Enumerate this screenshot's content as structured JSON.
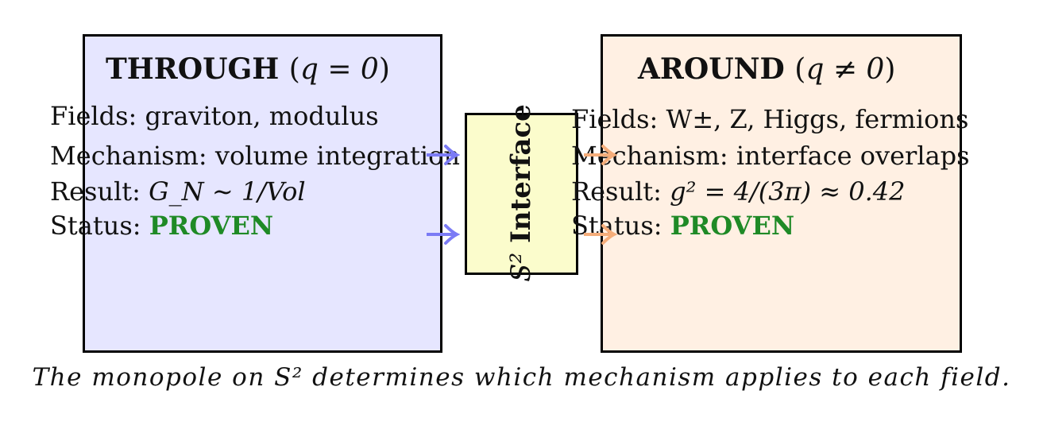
{
  "left": {
    "title": "THROUGH",
    "title_condition": "q = 0",
    "fields": "Fields: graviton, modulus",
    "mechanism": "Mechanism: volume integration",
    "result_label": "Result: ",
    "result_formula": "G_N ∼ 1/Vol",
    "status_label": "Status: ",
    "status_value": "PROVEN"
  },
  "center": {
    "label_symbol": "S²",
    "label_text": "Interface"
  },
  "right": {
    "title": "AROUND",
    "title_condition": "q ≠ 0",
    "fields": "Fields: W±, Z, Higgs, fermions",
    "mechanism": "Mechanism: interface overlaps",
    "result_label": "Result: ",
    "result_formula": "g² = 4/(3π) ≈ 0.42",
    "status_label": "Status: ",
    "status_value": "PROVEN"
  },
  "caption": "The monopole on S² determines which mechanism applies to each field.",
  "colors": {
    "left_box": "#e6e6ff",
    "right_box": "#fff0e3",
    "center_box": "#fbfccc",
    "left_arrows": "#7b7bf5",
    "right_arrows": "#f5ad7a",
    "status_green": "#1f8a26"
  }
}
